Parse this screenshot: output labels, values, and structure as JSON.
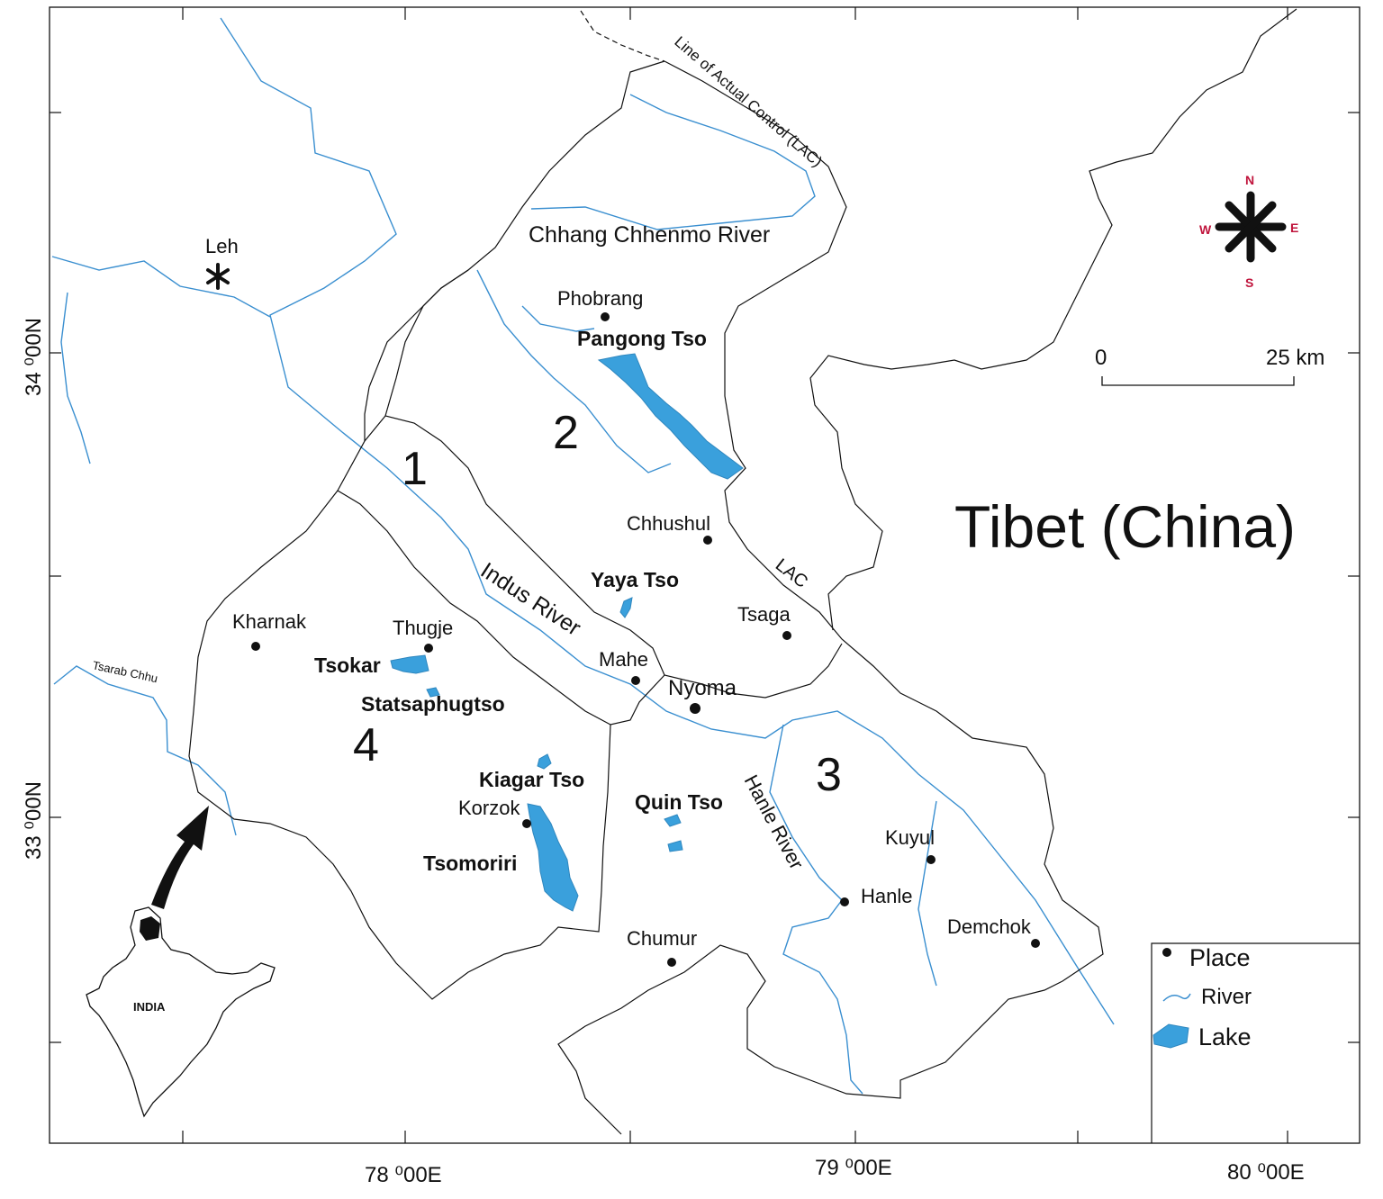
{
  "map": {
    "country_label": "Tibet (China)",
    "lac_label": "Line of Actual Control (LAC)",
    "lac_short": "LAC",
    "inset_label": "INDIA",
    "regions": [
      "1",
      "2",
      "3",
      "4"
    ],
    "rivers": {
      "chhang": "Chhang Chhenmo River",
      "indus": "Indus River",
      "hanle": "Hanle River",
      "tsarab": "Tsarab Chhu"
    },
    "places": {
      "leh": "Leh",
      "phobrang": "Phobrang",
      "chhushul": "Chhushul",
      "tsaga": "Tsaga",
      "kharnak": "Kharnak",
      "thugje": "Thugje",
      "mahe": "Mahe",
      "nyoma": "Nyoma",
      "korzok": "Korzok",
      "kuyul": "Kuyul",
      "hanle": "Hanle",
      "demchok": "Demchok",
      "chumur": "Chumur"
    },
    "lakes": {
      "pangong": "Pangong Tso",
      "yaya": "Yaya Tso",
      "tsokar": "Tsokar",
      "statsaphugtso": "Statsaphugtso",
      "kiagar": "Kiagar Tso",
      "quin": "Quin Tso",
      "tsomoriri": "Tsomoriri"
    },
    "axes": {
      "lat_34": "34 ⁰00N",
      "lat_33": "33 ⁰00N",
      "lon_78": "78 ⁰00E",
      "lon_79": "79 ⁰00E",
      "lon_80": "80 ⁰00E"
    },
    "scale": {
      "zero": "0",
      "max": "25 km"
    },
    "compass": {
      "n": "N",
      "s": "S",
      "e": "E",
      "w": "W"
    },
    "legend": {
      "place": "Place",
      "river": "River",
      "lake": "Lake"
    },
    "colors": {
      "river": "#3a8fd0",
      "lake": "#3aa0dc",
      "border": "#111111",
      "compass_letters": "#c0143c"
    }
  }
}
